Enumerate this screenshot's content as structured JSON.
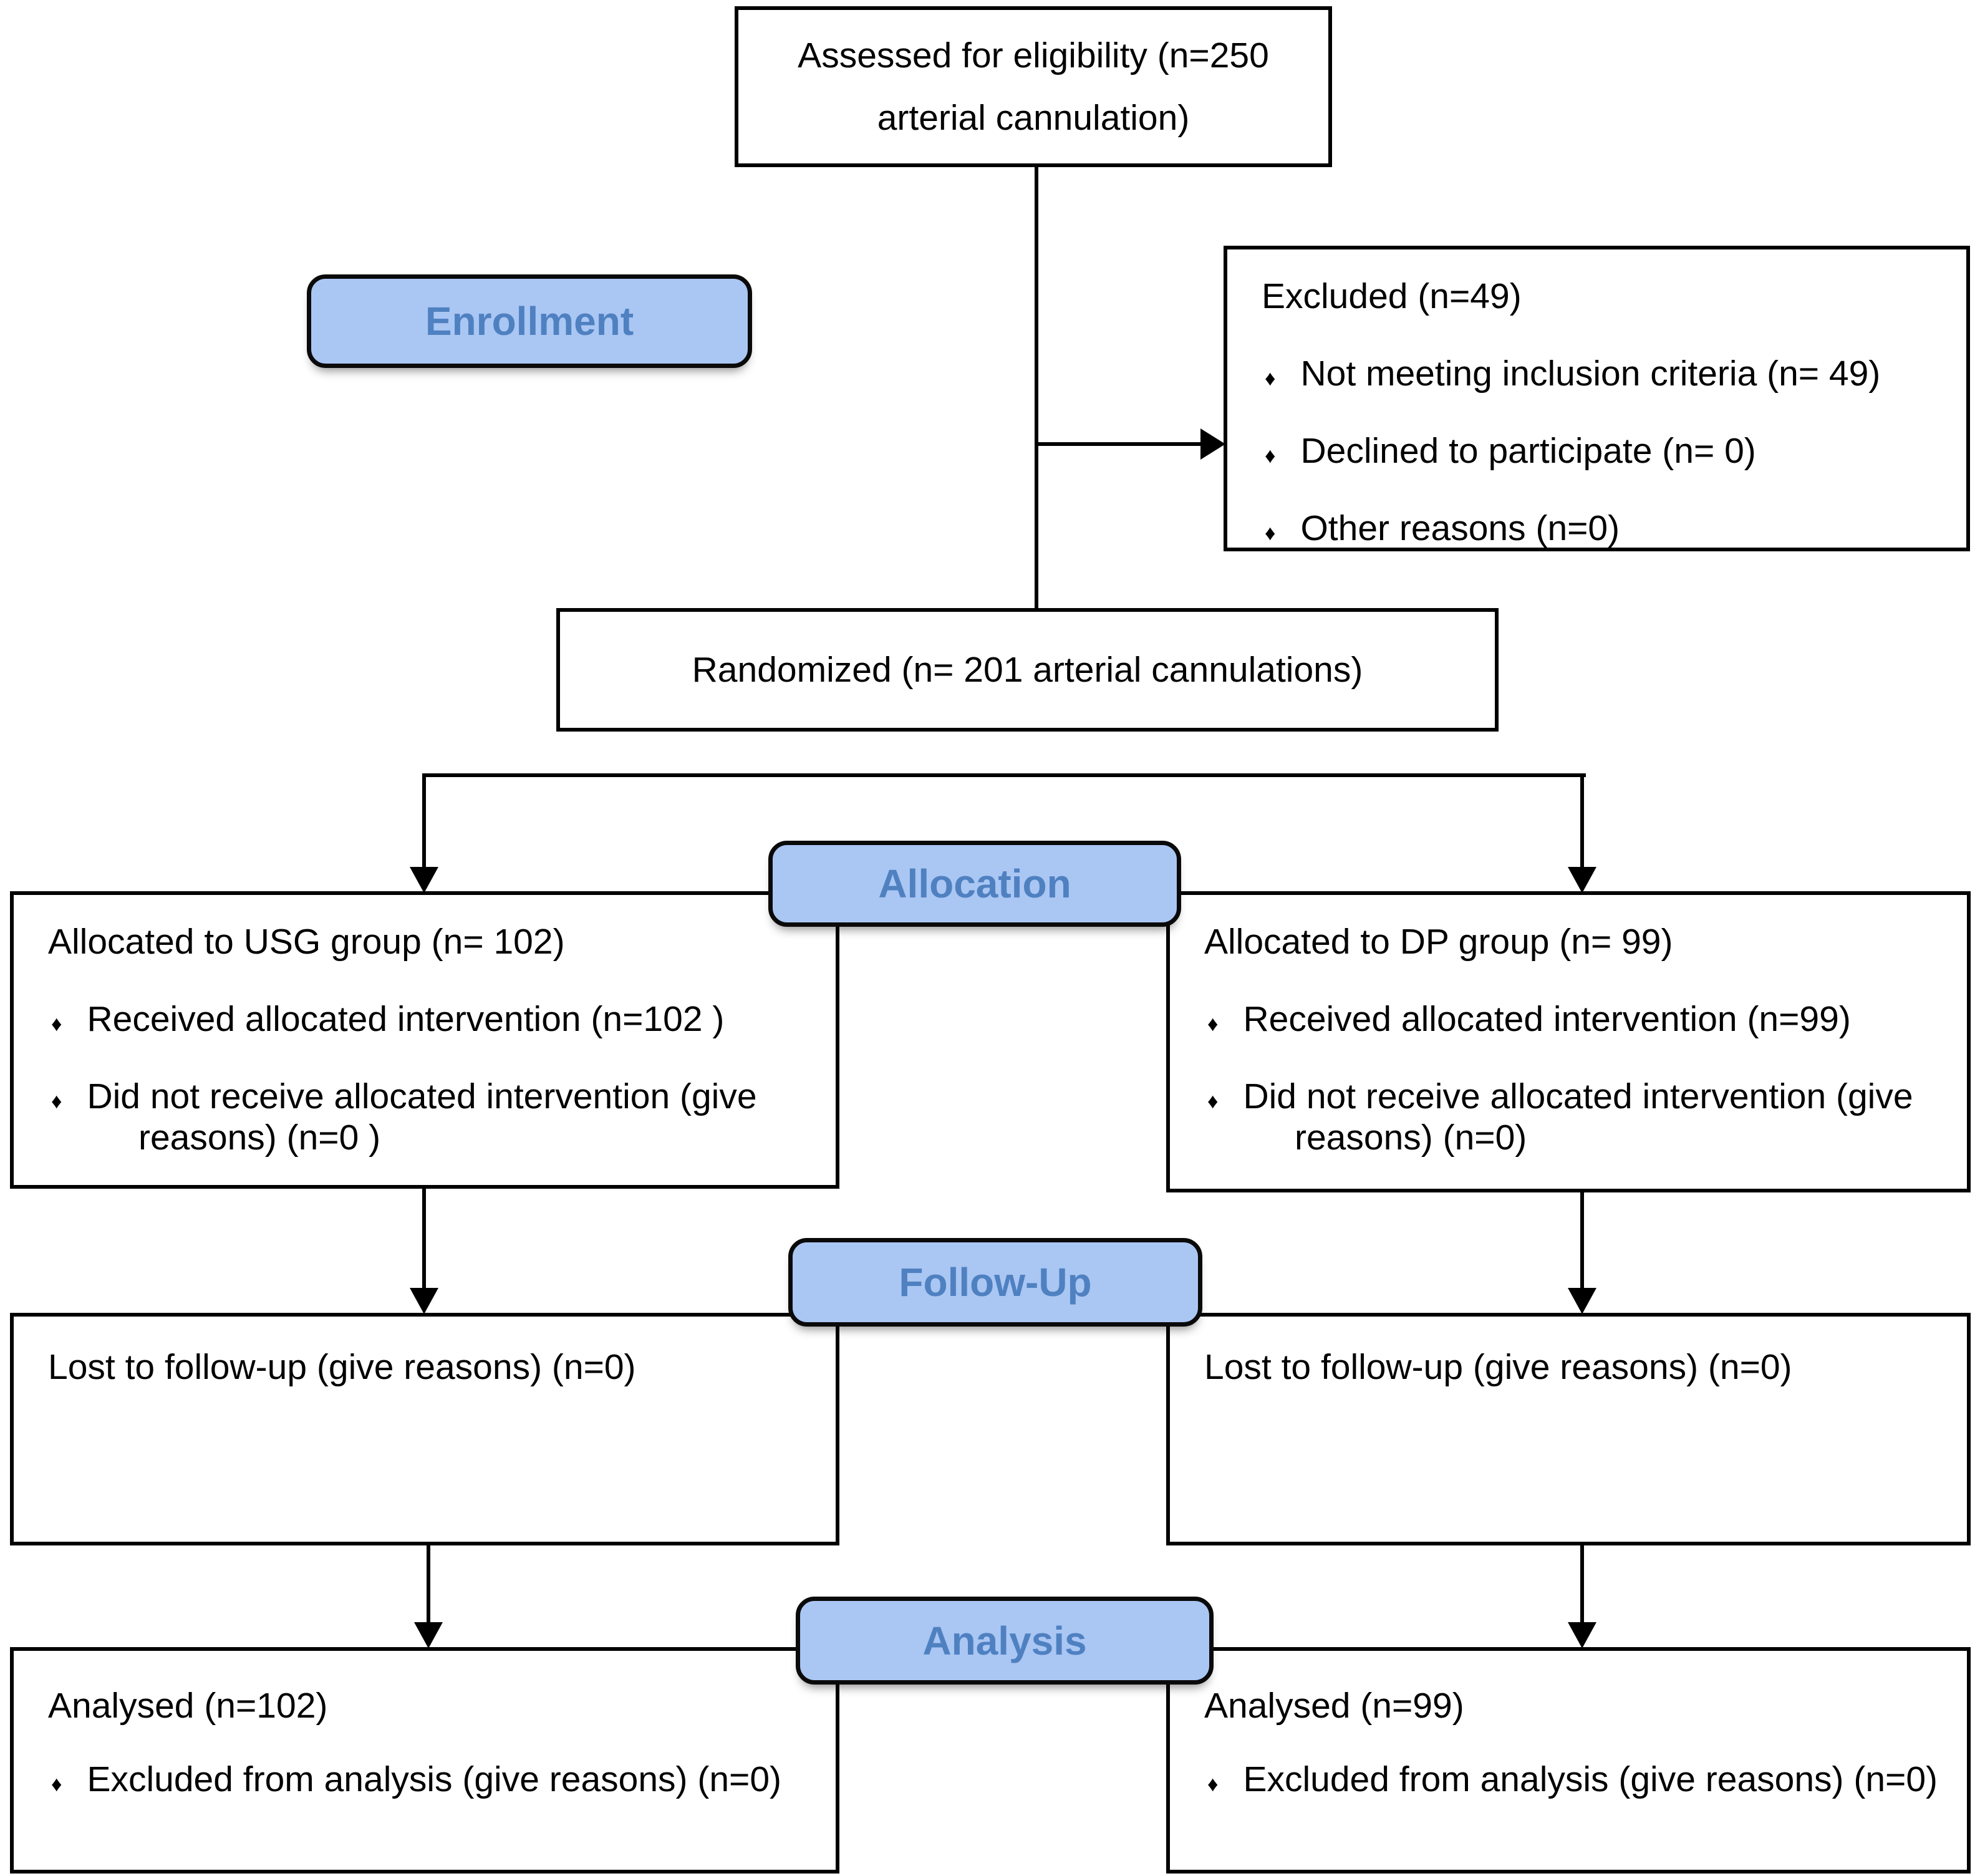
{
  "diagram": {
    "stages": {
      "enrollment": "Enrollment",
      "allocation": "Allocation",
      "followup": "Follow-Up",
      "analysis": "Analysis"
    },
    "boxes": {
      "assessed": {
        "text": "Assessed for eligibility (n=250 arterial cannulation)"
      },
      "excluded": {
        "title": "Excluded (n=49)",
        "bullets": [
          "Not meeting inclusion criteria (n= 49)",
          "Declined to participate (n= 0)",
          "Other reasons (n=0)"
        ]
      },
      "randomized": {
        "text": "Randomized (n= 201 arterial cannulations)"
      },
      "alloc_left": {
        "title": "Allocated to USG group (n= 102)",
        "bullets": [
          "Received allocated intervention (n=102  )",
          "Did not receive allocated intervention (give reasons) (n=0  )"
        ]
      },
      "alloc_right": {
        "title": "Allocated to DP group (n= 99)",
        "bullets": [
          "Received allocated intervention (n=99)",
          "Did not receive allocated intervention (give reasons) (n=0)"
        ]
      },
      "fu_left": {
        "text": "Lost to follow-up (give reasons) (n=0)"
      },
      "fu_right": {
        "text": "Lost to follow-up (give reasons) (n=0)"
      },
      "an_left": {
        "title": "Analysed (n=102)",
        "bullets": [
          "Excluded from analysis (give reasons) (n=0)"
        ]
      },
      "an_right": {
        "title": "Analysed (n=99)",
        "bullets": [
          "Excluded from analysis (give reasons) (n=0)"
        ]
      }
    },
    "bullet_char": "♦",
    "colors": {
      "stage_fill": "#aac6f3",
      "stage_text": "#4f81c1",
      "box_border": "#000000"
    }
  }
}
